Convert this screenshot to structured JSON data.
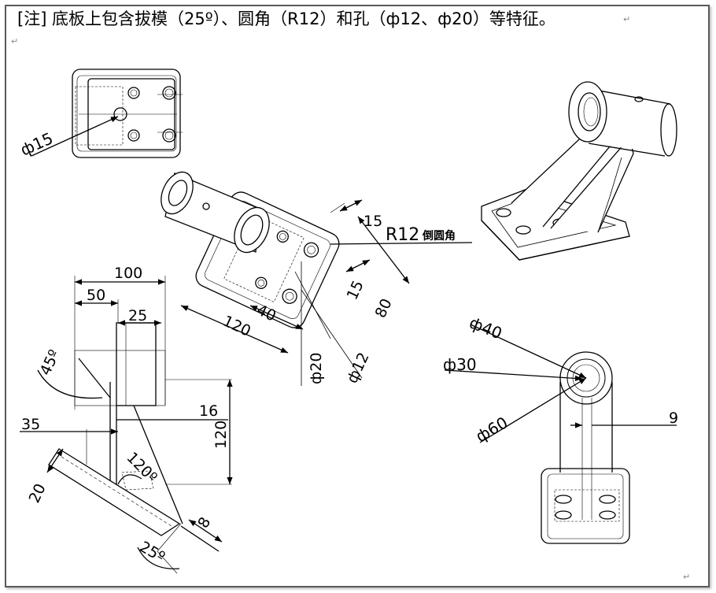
{
  "note": {
    "text": "[注]  底板上包含拔模（25º）、圆角（R12）和孔（ф12、ф20）等特征。"
  },
  "marks": {
    "paragraph": "↵"
  },
  "views": {
    "top_small": {
      "dim_d15": "ф15"
    },
    "rotated_top": {
      "dim_15a": "15",
      "dim_r12": "R12",
      "dim_r12_note": "倒圆角",
      "dim_15b": "15",
      "dim_80": "80",
      "dim_40": "40",
      "dim_120": "120",
      "dim_d20": "ф20",
      "dim_d12": "ф12"
    },
    "front": {
      "dim_100": "100",
      "dim_50": "50",
      "dim_25a": "25",
      "dim_45": "45º",
      "dim_16": "16",
      "dim_120": "120",
      "dim_35": "35",
      "dim_120deg": "120º",
      "dim_20": "20",
      "dim_8": "8",
      "dim_25deg": "25º"
    },
    "side": {
      "dim_d40": "ф40",
      "dim_d30": "ф30",
      "dim_d60": "ф60",
      "dim_9": "9"
    }
  }
}
